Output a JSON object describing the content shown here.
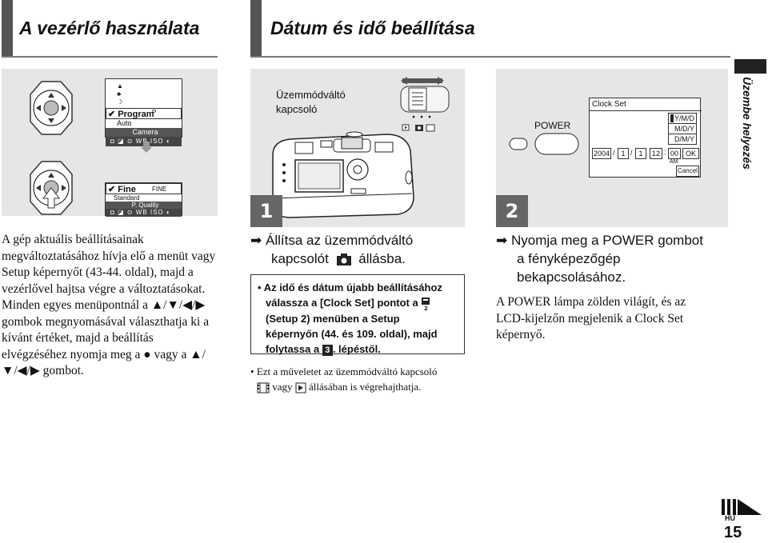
{
  "header": {
    "left_title": "A vezérlő használata",
    "right_title": "Dátum és idő beállítása"
  },
  "side_tab": {
    "label": "Üzembe helyezés"
  },
  "left_panel": {
    "menu1": {
      "items": [
        "Program",
        "Auto",
        "Camera"
      ],
      "side_label": "P",
      "icon_row": "WB  ISO"
    },
    "menu2": {
      "items": [
        "Fine",
        "Standard",
        "P. Quality"
      ],
      "side_label": "FINE",
      "icon_row": "WB  ISO"
    }
  },
  "left_text": "A gép aktuális beállításainak megváltoztatásához hívja elő a menüt vagy Setup képernyőt (43-44. oldal), majd a vezérlővel hajtsa végre a változtatásokat. Minden egyes menüpontnál a ▲/▼/◀/▶ gombok megnyomásával választhatja ki a kívánt értéket, majd a beállítás elvégzéséhez nyomja meg a ● vagy a ▲/▼/◀/▶ gombot.",
  "step1": {
    "number": "1",
    "mode_switch_label_line1": "Üzemmódváltó",
    "mode_switch_label_line2": "kapcsoló",
    "instruction_line1": "Állítsa az üzemmódváltó",
    "instruction_line2_a": "kapcsolót",
    "instruction_line2_b": "állásba.",
    "note_lines": [
      "Az idő és dátum újabb beállításához",
      "válassza a [Clock Set] pontot a",
      "(Setup 2) menüben a Setup",
      "képernyőn (44. és 109. oldal), majd",
      "folytassa a",
      ". lépéstől."
    ],
    "note_step_ref": "3",
    "extra_line1": "Ezt a műveletet az üzemmódváltó kapcsoló",
    "extra_line2_a": "vagy",
    "extra_line2_b": "állásában is végrehajthatja."
  },
  "step2": {
    "number": "2",
    "power_label": "POWER",
    "clock_screen": {
      "title": "Clock Set",
      "formats": [
        "Y/M/D",
        "M/D/Y",
        "D/M/Y"
      ],
      "year": "2004",
      "month": "1",
      "day": "1",
      "hour": "12",
      "minute": "00",
      "ampm": "AM",
      "ok": "OK",
      "cancel": "Cancel"
    },
    "instruction": "Nyomja meg a POWER gombot a fényképezőgép bekapcsolásához.",
    "instruction_lines": [
      "Nyomja meg a POWER gombot",
      "a fényképezőgép",
      "bekapcsolásához."
    ],
    "body_lines": [
      "A POWER lámpa zölden világít, és az",
      "LCD-kijelzőn megjelenik a Clock Set",
      "képernyő."
    ]
  },
  "footer": {
    "lang": "HU",
    "page": "15"
  }
}
